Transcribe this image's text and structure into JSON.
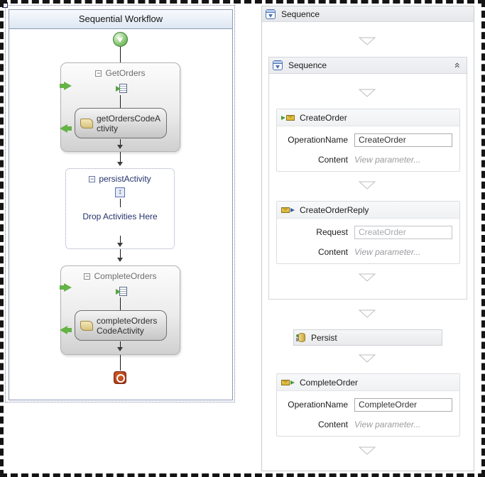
{
  "left_panel": {
    "title": "Sequential Workflow",
    "get_orders": {
      "title": "GetOrders",
      "child_label": "getOrdersCodeActivity"
    },
    "persist_activity": {
      "title": "persistActivity",
      "drop_hint": "Drop Activities Here"
    },
    "complete_orders": {
      "title": "CompleteOrders",
      "child_label": "completeOrdersCodeActivity"
    }
  },
  "right_panel": {
    "outer_title": "Sequence",
    "inner_title": "Sequence",
    "create_order": {
      "title": "CreateOrder",
      "row1_label": "OperationName",
      "row1_value": "CreateOrder",
      "row2_label": "Content",
      "row2_value": "View parameter..."
    },
    "create_order_reply": {
      "title": "CreateOrderReply",
      "row1_label": "Request",
      "row1_value": "CreateOrder",
      "row2_label": "Content",
      "row2_value": "View parameter..."
    },
    "persist": {
      "title": "Persist"
    },
    "complete_order": {
      "title": "CompleteOrder",
      "row1_label": "OperationName",
      "row1_value": "CompleteOrder",
      "row2_label": "Content",
      "row2_value": "View parameter..."
    }
  },
  "icons": {
    "collapse_minus": "−",
    "collapse_chevrons": "«",
    "persist_updown": "↕"
  },
  "colors": {
    "workflow_header_bg": "#e3ebf6",
    "workflow_border": "#8a9ab5",
    "navy_text": "#24336b",
    "activity_title_gray": "#6e6e6e",
    "green_arrow": "#64b346",
    "start_green": "#4e9e3d",
    "end_red": "#9c2f12",
    "panel_border": "#c9cbce",
    "drop_triangle_stroke": "#bdbebf",
    "link_gray": "#9b9ca0"
  }
}
